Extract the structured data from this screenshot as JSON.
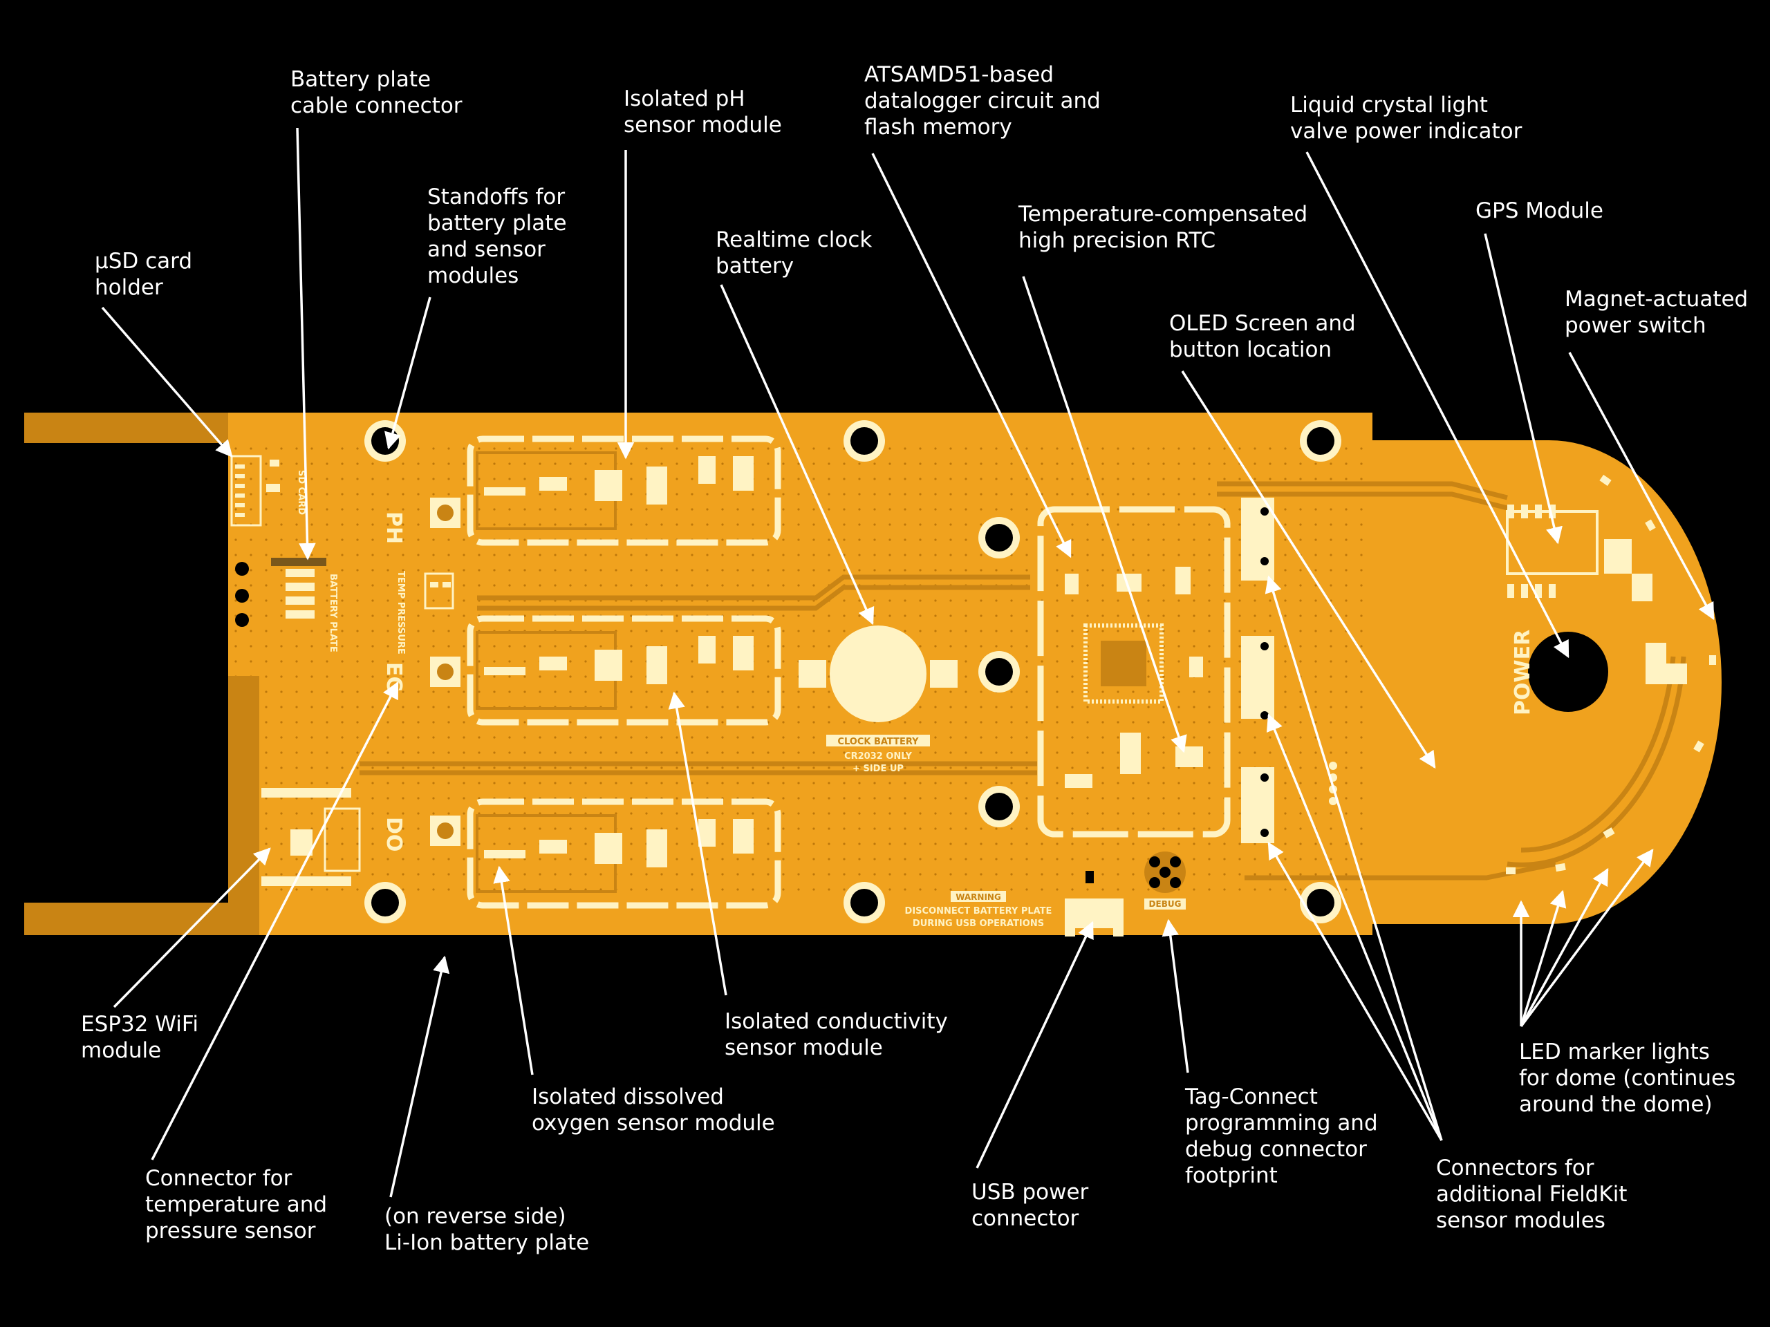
{
  "diagram": {
    "board_color": "#F0A21E",
    "trace_color": "#C98414",
    "silkscreen_color": "#FFF3C4",
    "annotation_color": "#FFFFFF",
    "background_color": "#000000",
    "board_labels": {
      "sd_card": "SD CARD",
      "battery_plate": "BATTERY PLATE",
      "temp_pressure": "TEMP PRESSURE",
      "ph": "PH",
      "ec": "EC",
      "do": "DO",
      "clock_battery_title": "CLOCK BATTERY",
      "clock_battery_note1": "CR2032 ONLY",
      "clock_battery_note2": "+ SIDE UP",
      "warning_title": "WARNING",
      "warning_line1": "DISCONNECT BATTERY PLATE",
      "warning_line2": "DURING USB OPERATIONS",
      "debug": "DEBUG",
      "power": "POWER"
    },
    "callouts": [
      {
        "id": "battery-plate-cable-connector",
        "lines": [
          "Battery plate",
          "cable connector"
        ]
      },
      {
        "id": "isolated-ph-sensor-module",
        "lines": [
          "Isolated pH",
          "sensor module"
        ]
      },
      {
        "id": "atsamd51-datalogger",
        "lines": [
          "ATSAMD51-based",
          "datalogger circuit and",
          "flash memory"
        ]
      },
      {
        "id": "liquid-crystal-power-indicator",
        "lines": [
          "Liquid crystal light",
          "valve power indicator"
        ]
      },
      {
        "id": "standoffs",
        "lines": [
          "Standoffs for",
          "battery plate",
          "and sensor",
          "modules"
        ]
      },
      {
        "id": "gps-module",
        "lines": [
          "GPS Module"
        ]
      },
      {
        "id": "temperature-compensated-rtc",
        "lines": [
          "Temperature-compensated",
          "high precision RTC"
        ]
      },
      {
        "id": "realtime-clock-battery",
        "lines": [
          "Realtime clock",
          "battery"
        ]
      },
      {
        "id": "usd-card-holder",
        "lines": [
          "µSD card",
          "holder"
        ]
      },
      {
        "id": "magnet-actuated-power-switch",
        "lines": [
          "Magnet-actuated",
          "power switch"
        ]
      },
      {
        "id": "oled-screen-button-location",
        "lines": [
          "OLED Screen and",
          "button location"
        ]
      },
      {
        "id": "esp32-wifi-module",
        "lines": [
          "ESP32 WiFi",
          "module"
        ]
      },
      {
        "id": "isolated-conductivity-sensor-module",
        "lines": [
          "Isolated conductivity",
          "sensor module"
        ]
      },
      {
        "id": "led-marker-lights",
        "lines": [
          "LED marker lights",
          "for dome (continues",
          "around the dome)"
        ]
      },
      {
        "id": "isolated-dissolved-oxygen-module",
        "lines": [
          "Isolated dissolved",
          "oxygen sensor module"
        ]
      },
      {
        "id": "tag-connect-footprint",
        "lines": [
          "Tag-Connect",
          "programming and",
          "debug connector",
          "footprint"
        ]
      },
      {
        "id": "temperature-pressure-connector",
        "lines": [
          "Connector for",
          "temperature and",
          "pressure sensor"
        ]
      },
      {
        "id": "usb-power-connector",
        "lines": [
          "USB power",
          "connector"
        ]
      },
      {
        "id": "li-ion-battery-plate",
        "lines": [
          "(on reverse side)",
          "Li-Ion battery plate"
        ]
      },
      {
        "id": "fieldkit-sensor-connectors",
        "lines": [
          "Connectors for",
          "additional FieldKit",
          "sensor modules"
        ]
      }
    ]
  }
}
